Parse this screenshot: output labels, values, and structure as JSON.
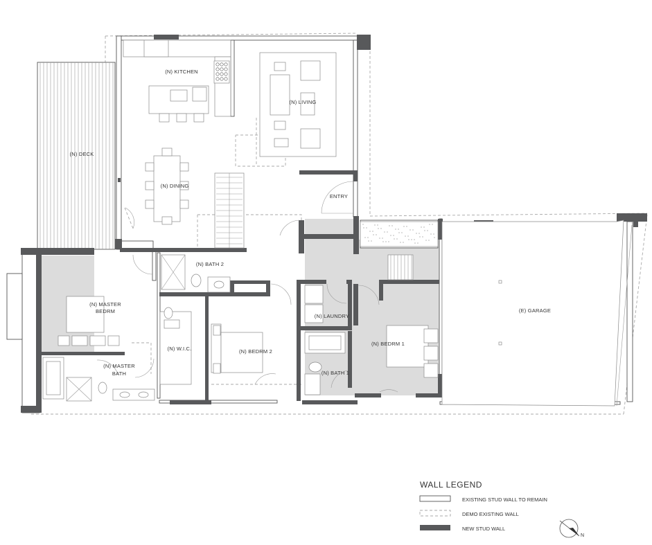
{
  "rooms": {
    "kitchen": "(N) KITCHEN",
    "living": "(N) LIVING",
    "deck": "(N) DECK",
    "dining": "(N) DINING",
    "entry": "ENTRY",
    "bath2": "(N) BATH 2",
    "master_bedrm_1": "(N) MASTER",
    "master_bedrm_2": "BEDRM",
    "laundry": "(N) LAUNDRY",
    "garage": "(E) GARAGE",
    "wic": "(N) W.I.C.",
    "bedrm2": "(N) BEDRM 2",
    "bedrm1": "(N) BEDRM 1",
    "master_bath_1": "(N) MASTER",
    "master_bath_2": "BATH",
    "bath1": "(N) BATH 1"
  },
  "legend": {
    "title": "WALL LEGEND",
    "items": [
      {
        "label": "EXISTING STUD WALL TO REMAIN",
        "style": "existing"
      },
      {
        "label": "DEMO EXISTING WALL",
        "style": "demo"
      },
      {
        "label": "NEW STUD WALL",
        "style": "new"
      }
    ]
  },
  "north_arrow": "N",
  "colors": {
    "new_wall": "#58595b",
    "existing_wall": "#555555",
    "demo_wall": "#a8a8a8",
    "shaded_rooms": "#dcdcdc"
  }
}
